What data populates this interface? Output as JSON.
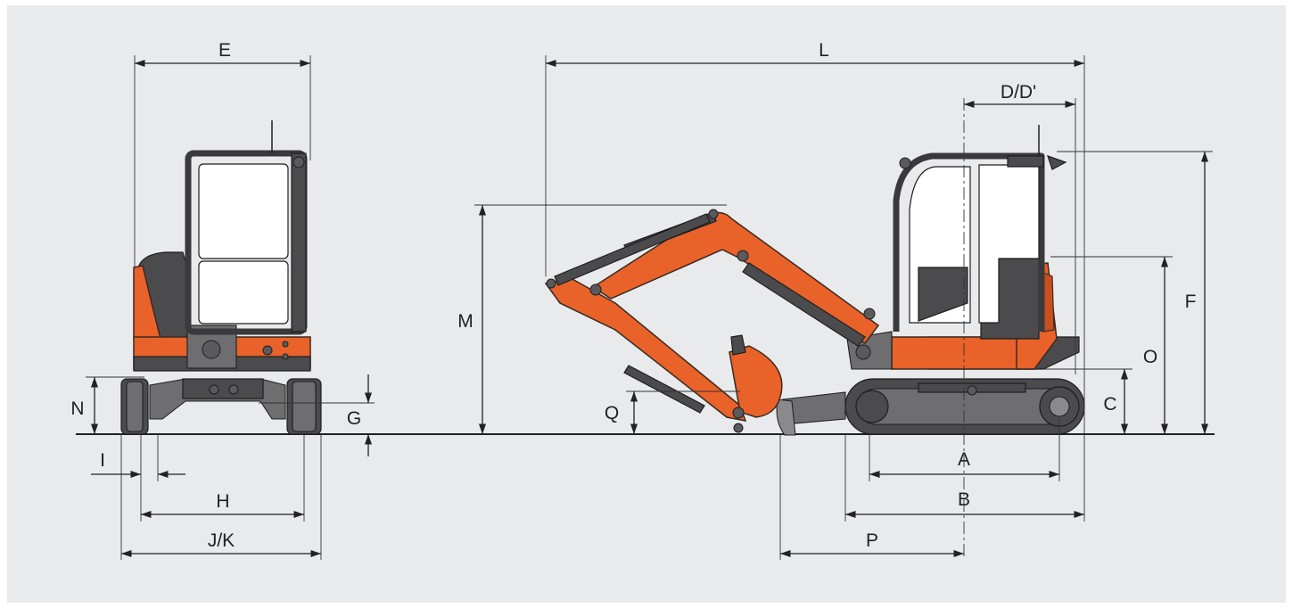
{
  "labels": {
    "A": "A",
    "B": "B",
    "C": "C",
    "DD": "D/D'",
    "E": "E",
    "F": "F",
    "G": "G",
    "H": "H",
    "I": "I",
    "JK": "J/K",
    "L": "L",
    "M": "M",
    "N": "N",
    "O": "O",
    "P": "P",
    "Q": "Q"
  },
  "colors": {
    "panel": "#e9eaec",
    "machine_orange": "#e8622a",
    "machine_dark": "#4b4b4d"
  }
}
